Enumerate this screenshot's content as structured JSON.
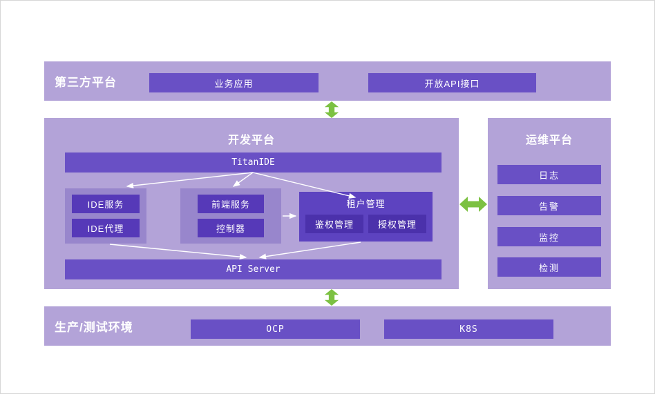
{
  "colors": {
    "band_purple": "#b3a3d8",
    "group_purple": "#9886cc",
    "box_purple": "#6950c5",
    "box_dark_purple": "#5639b8",
    "tenant_purple": "#5d43c0",
    "tenant_inner_purple": "#4b31ab",
    "arrow_green": "#7cc142",
    "connector_white": "#ffffff",
    "text_white": "#ffffff"
  },
  "third_party": {
    "title": "第三方平台",
    "boxes": [
      "业务应用",
      "开放API接口"
    ]
  },
  "dev_platform": {
    "title": "开发平台",
    "titan_ide": "TitanIDE",
    "api_server": "API Server",
    "ide_group": {
      "items": [
        "IDE服务",
        "IDE代理"
      ]
    },
    "frontend_group": {
      "items": [
        "前端服务",
        "控制器"
      ]
    },
    "tenant_group": {
      "title": "租户管理",
      "items": [
        "鉴权管理",
        "授权管理"
      ]
    }
  },
  "ops_platform": {
    "title": "运维平台",
    "items": [
      "日志",
      "告警",
      "监控",
      "检测"
    ]
  },
  "environment": {
    "title": "生产/测试环境",
    "boxes": [
      "OCP",
      "K8S"
    ]
  }
}
